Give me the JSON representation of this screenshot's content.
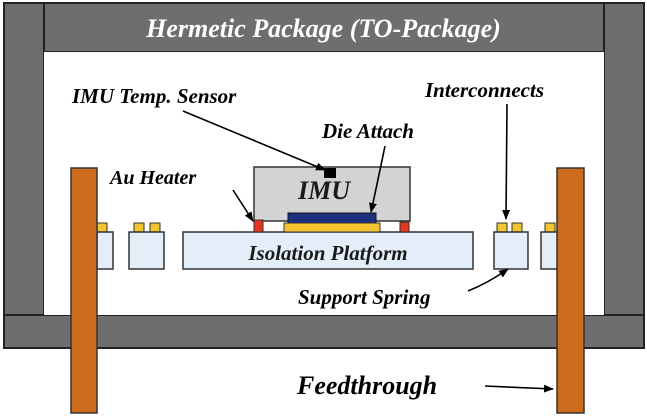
{
  "diagram": {
    "title": "Hermetic Package (TO-Package)",
    "labels": {
      "imu_temp_sensor": "IMU Temp. Sensor",
      "interconnects": "Interconnects",
      "die_attach": "Die Attach",
      "au_heater": "Au Heater",
      "imu": "IMU",
      "isolation_platform": "Isolation Platform",
      "support_spring": "Support Spring",
      "feedthrough": "Feedthrough"
    }
  }
}
